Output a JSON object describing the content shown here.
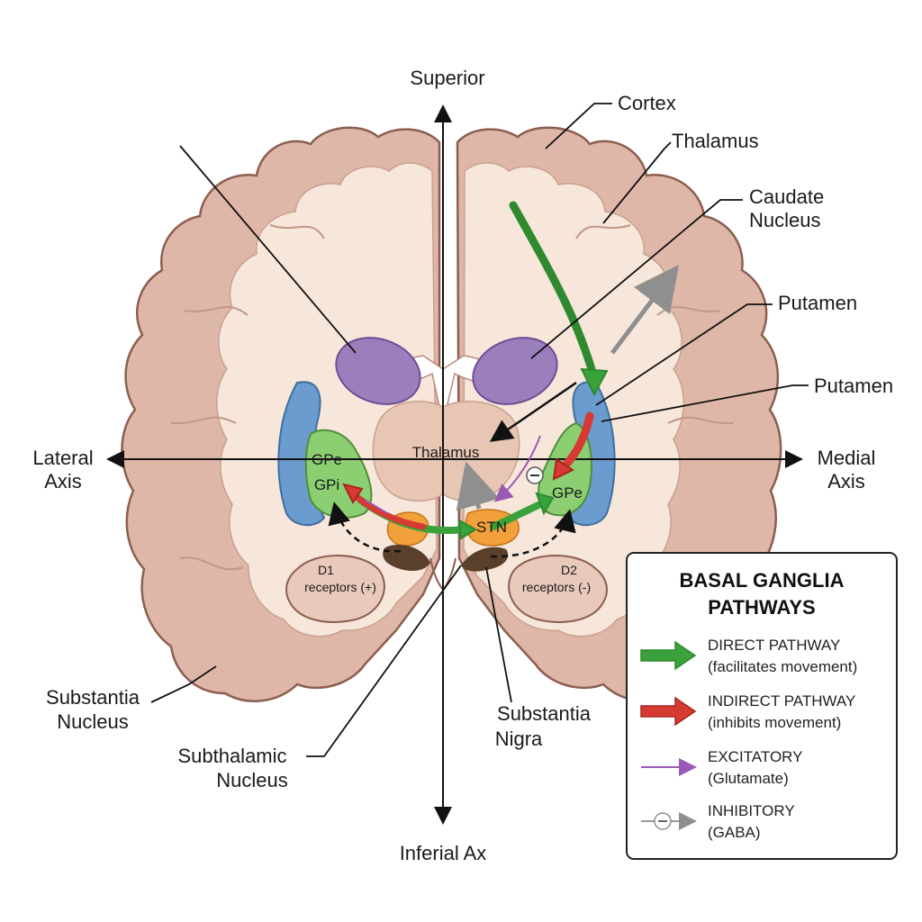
{
  "axes": {
    "superior": "Superior",
    "inferior": "Inferial Ax",
    "lateral_line1": "Lateral",
    "lateral_line2": "Axis",
    "medial_line1": "Medial",
    "medial_line2": "Axis"
  },
  "callouts": {
    "cortex": "Cortex",
    "thalamus_top": "Thalamus",
    "caudate_line1": "Caudate",
    "caudate_line2": "Nucleus",
    "putamen_1": "Putamen",
    "putamen_2": "Putamen",
    "substantia_nucleus_line1": "Substantia",
    "substantia_nucleus_line2": "Nucleus",
    "subthalamic_line1": "Subthalamic",
    "subthalamic_line2": "Nucleus",
    "substantia_nigra_line1": "Substantia",
    "substantia_nigra_line2": "Nigra"
  },
  "structures": {
    "gpe_left": "GPe",
    "gpi_left": "GPi",
    "thalamus": "Thalamus",
    "stn": "STN",
    "gpe_right": "GPe",
    "d1_line1": "D1",
    "d1_line2": "receptors (+)",
    "d2_line1": "D2",
    "d2_line2": "receptors (-)"
  },
  "legend": {
    "title_line1": "BASAL GANGLIA",
    "title_line2": "PATHWAYS",
    "items": [
      {
        "name": "direct",
        "line1": "DIRECT PATHWAY",
        "line2": "(facilitates movement)",
        "color": "#3aa23a"
      },
      {
        "name": "indirect",
        "line1": "INDIRECT PATHWAY",
        "line2": "(inhibits movement)",
        "color": "#d63a32"
      },
      {
        "name": "excitatory",
        "line1": "EXCITATORY",
        "line2": "(Glutamate)",
        "color": "#9b59b6"
      },
      {
        "name": "inhibitory",
        "line1": "INHIBITORY",
        "line2": "(GABA)",
        "color": "#9a9a9a"
      }
    ]
  },
  "colors": {
    "cortex_fill": "#dfb7a8",
    "cortex_stroke": "#8c5e50",
    "white_matter": "#f7e6da",
    "caudate": "#9b7fbd",
    "putamen": "#6a9ccf",
    "globus_pallidus": "#8ccf72",
    "stn": "#f2a03a",
    "substantia_nigra": "#5a3f2a",
    "thalamus": "#e8c6b4"
  }
}
